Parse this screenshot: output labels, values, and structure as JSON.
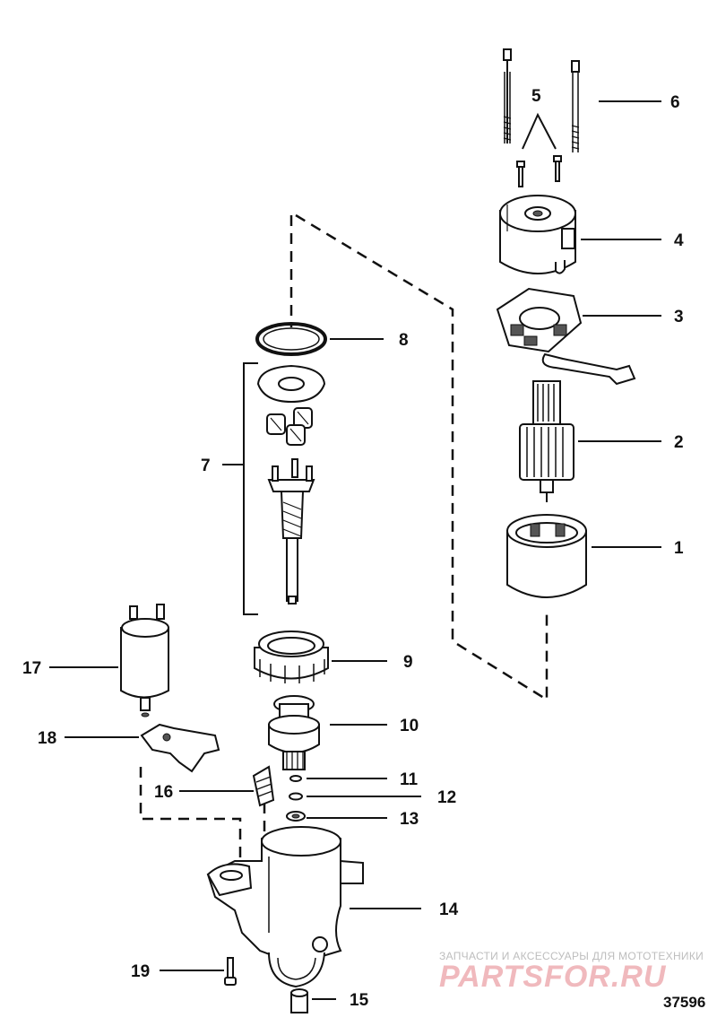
{
  "callouts": [
    "1",
    "2",
    "3",
    "4",
    "5",
    "6",
    "7",
    "8",
    "9",
    "10",
    "11",
    "12",
    "13",
    "14",
    "15",
    "16",
    "17",
    "18",
    "19"
  ],
  "watermark": {
    "line1": "ЗАПЧАСТИ И АКСЕССУАРЫ ДЛЯ МОТОТЕХНИКИ",
    "line2": "PARTSFOR.RU"
  },
  "figure_ref": "37596"
}
